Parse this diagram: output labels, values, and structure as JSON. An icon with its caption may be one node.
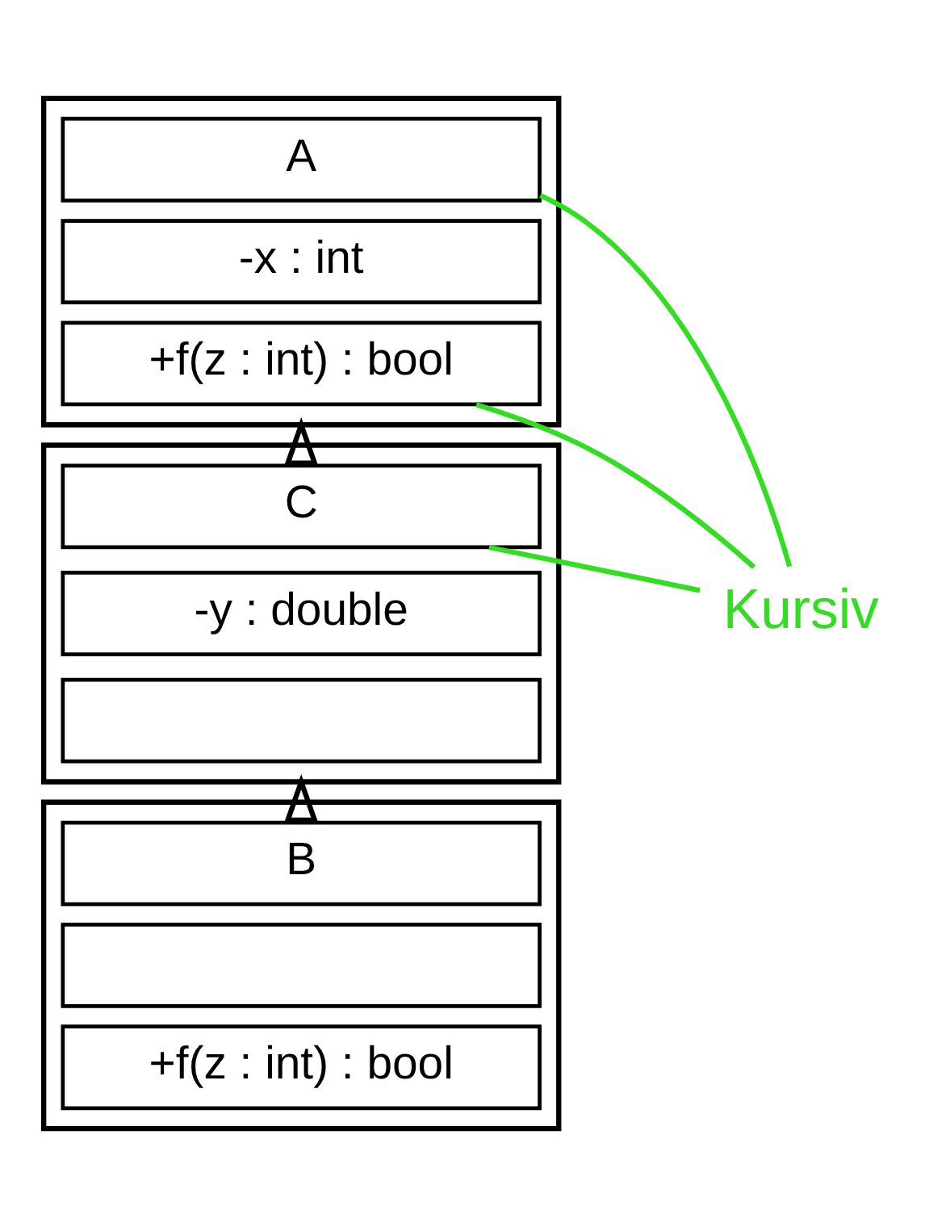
{
  "diagram": {
    "nodes": [
      {
        "text": [],
        "shape": "box"
      },
      {
        "text": [
          "A"
        ],
        "in": 0
      },
      {
        "text": [
          "-x : int"
        ],
        "in": 0
      },
      {
        "text": [
          "+f(z : int) : bool"
        ],
        "in": 0
      },
      {
        "text": [],
        "shape": "box"
      },
      {
        "text": [
          "C"
        ],
        "in": 4
      },
      {
        "text": [
          "-y : double"
        ],
        "in": 4
      },
      {
        "text": [],
        "shape": "box",
        "in": 4
      },
      {
        "text": [],
        "shape": "box"
      },
      {
        "text": [
          "B"
        ],
        "in": 8
      },
      {
        "text": [],
        "shape": "box",
        "in": 8
      },
      {
        "text": [
          "+f(z : int) : bool"
        ],
        "in": 8
      },
      {
        "text": [
          "Kursiv"
        ]
      }
    ],
    "edges": [
      {
        "from": 4,
        "to": 0,
        "arrow": "to",
        "color": "#000000"
      },
      {
        "from": 8,
        "to": 4,
        "arrow": "to",
        "color": "#000000"
      },
      {
        "from": 12,
        "to": 1,
        "arrow": "none",
        "color": "#33dd22"
      },
      {
        "from": 12,
        "to": 3,
        "arrow": "none",
        "color": "#33dd22"
      },
      {
        "from": 12,
        "to": 5,
        "arrow": "none",
        "color": "#33dd22"
      }
    ]
  }
}
